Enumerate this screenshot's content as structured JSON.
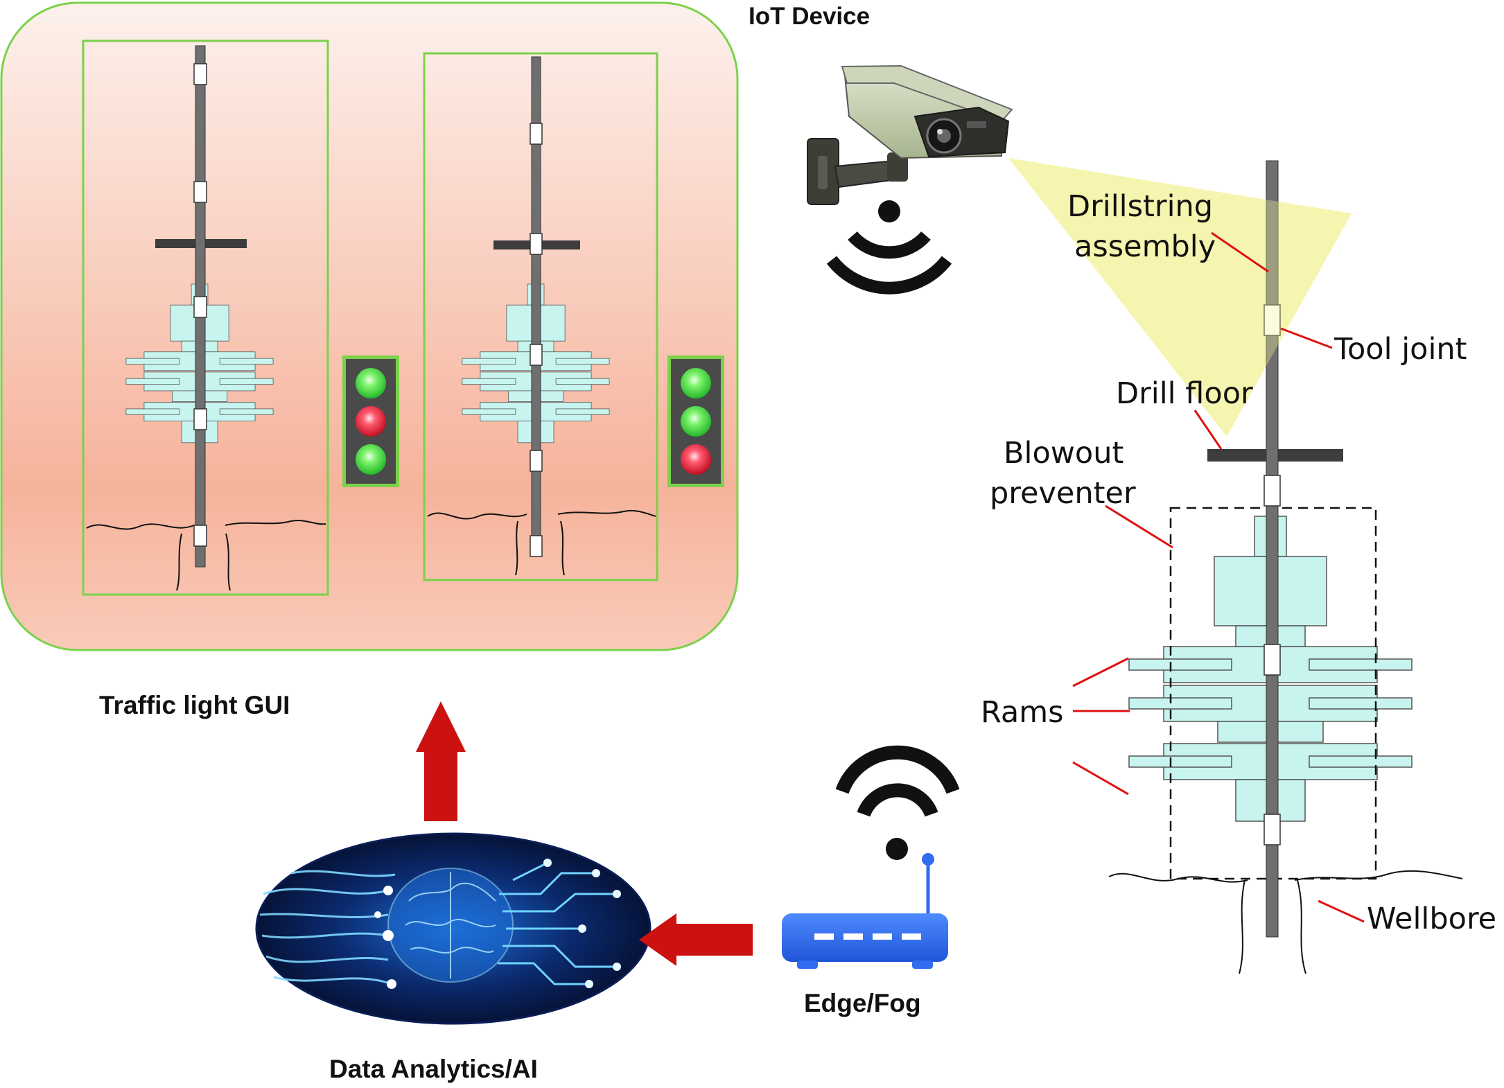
{
  "labels": {
    "iot_device": "IoT Device",
    "traffic_gui": "Traffic light GUI",
    "edge_fog": "Edge/Fog",
    "data_ai": "Data Analytics/AI",
    "drillstring_1": "Drillstring",
    "drillstring_2": "assembly",
    "tool_joint": "Tool joint",
    "drill_floor": "Drill floor",
    "blowout_1": "Blowout",
    "blowout_2": "preventer",
    "rams": "Rams",
    "wellbore": "Wellbore"
  },
  "traffic_lights": [
    {
      "lights": [
        "green",
        "red",
        "green"
      ]
    },
    {
      "lights": [
        "green",
        "green",
        "red"
      ]
    }
  ],
  "colors": {
    "bop_fill": "#c8f4ef",
    "pipe": "#6f6f6f",
    "gui_border": "#7bd14a",
    "gui_gradient_top": "#fdeee8",
    "gui_gradient_bottom": "#f4a98c",
    "arrow": "#cc1111",
    "callout_line": "#e01010",
    "camera_cone": "#f4f3a0",
    "router": "#2f6cf0",
    "light_green": "#35d43a",
    "light_red": "#e0142c"
  }
}
